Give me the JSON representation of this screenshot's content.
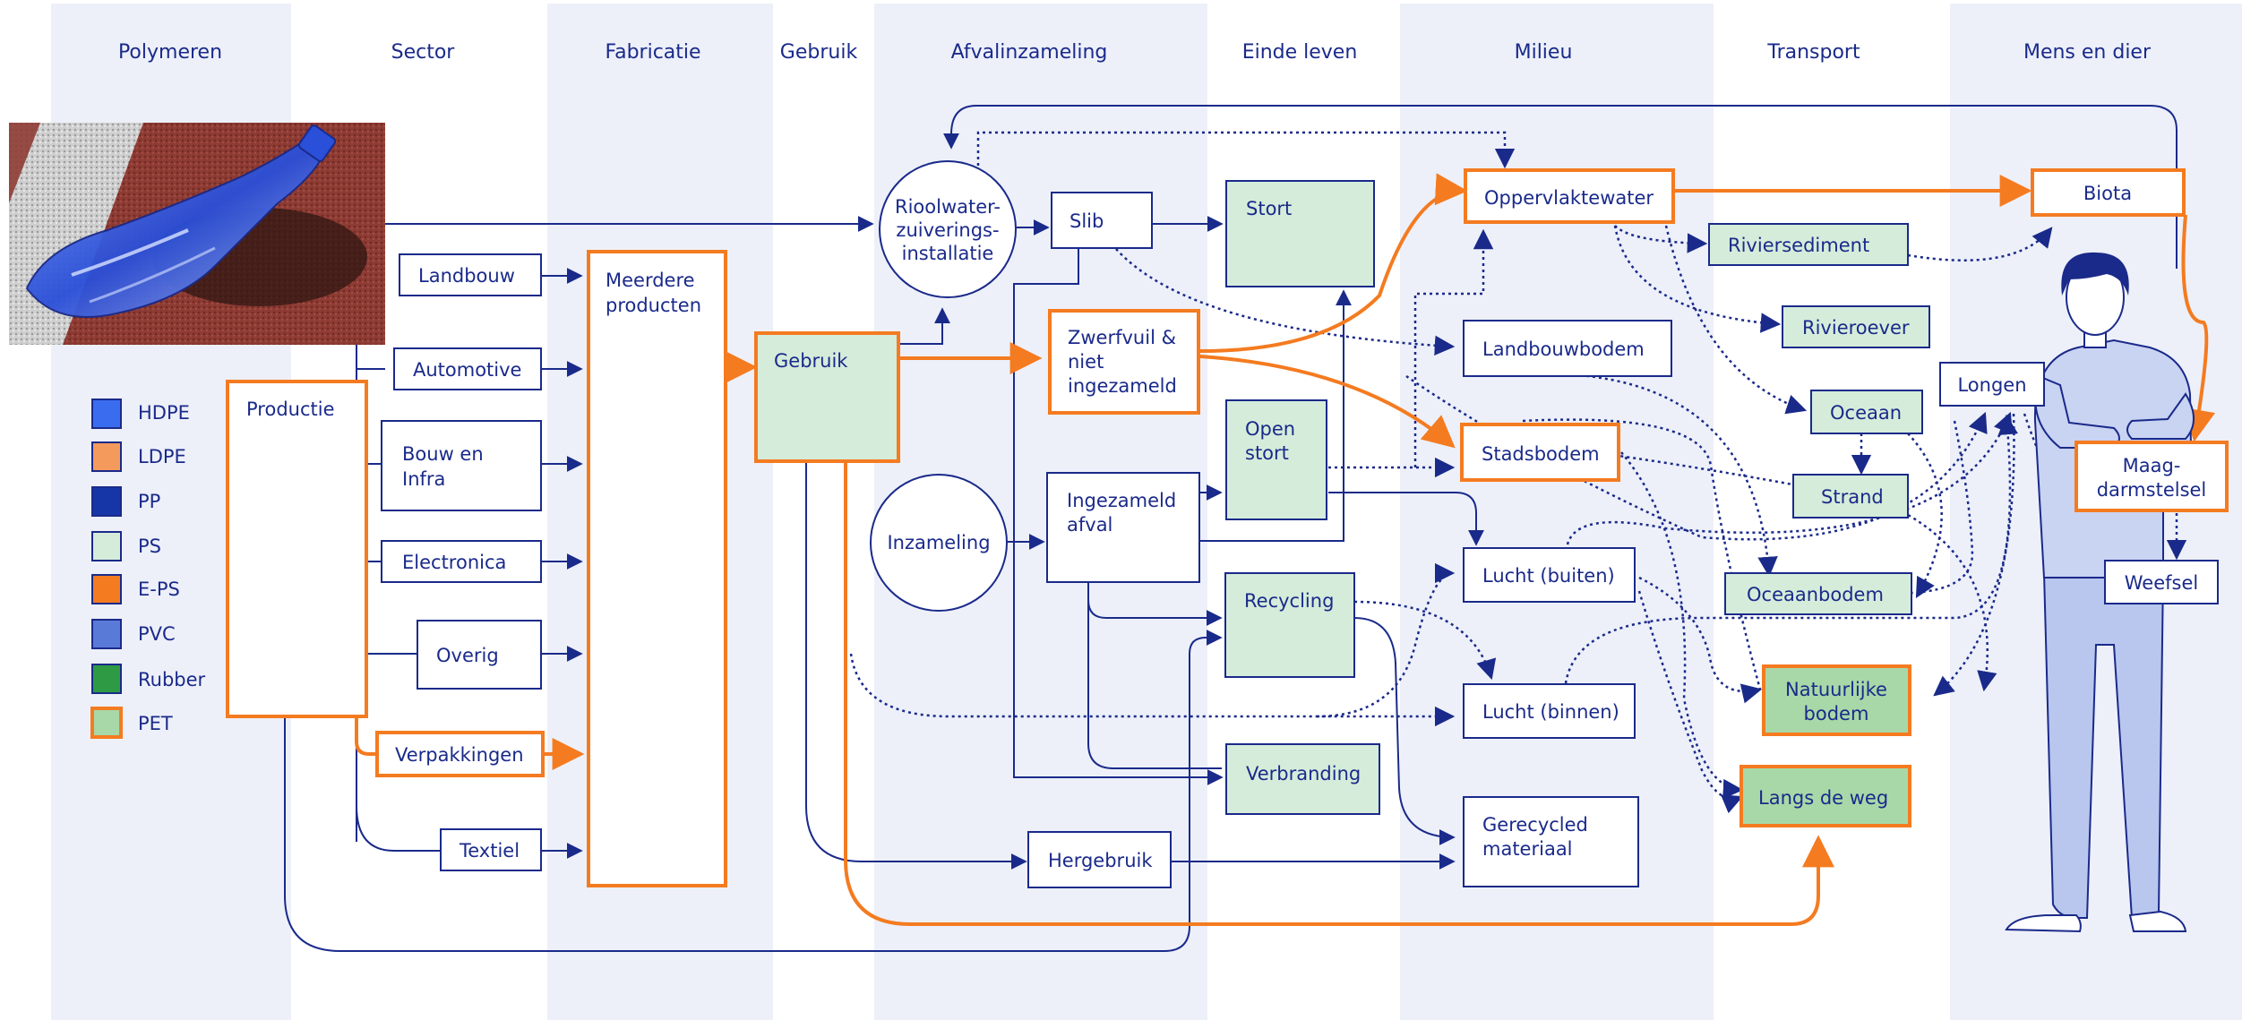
{
  "columns": [
    {
      "id": "polymeren",
      "label": "Polymeren"
    },
    {
      "id": "sector",
      "label": "Sector"
    },
    {
      "id": "fabricatie",
      "label": "Fabricatie"
    },
    {
      "id": "gebruik",
      "label": "Gebruik"
    },
    {
      "id": "afvalinzameling",
      "label": "Afvalinzameling"
    },
    {
      "id": "einde_leven",
      "label": "Einde leven"
    },
    {
      "id": "milieu",
      "label": "Milieu"
    },
    {
      "id": "transport",
      "label": "Transport"
    },
    {
      "id": "mens_en_dier",
      "label": "Mens en dier"
    }
  ],
  "legend": [
    {
      "label": "HDPE",
      "color": "#3a6cf0",
      "border": "#1a2a8a"
    },
    {
      "label": "LDPE",
      "color": "#f49a5c",
      "border": "#1a2a8a"
    },
    {
      "label": "PP",
      "color": "#1636a8",
      "border": "#1a2a8a"
    },
    {
      "label": "PS",
      "color": "#d5ecda",
      "border": "#1a2a8a"
    },
    {
      "label": "E-PS",
      "color": "#f47b20",
      "border": "#1a2a8a"
    },
    {
      "label": "PVC",
      "color": "#5a7ad8",
      "border": "#1a2a8a"
    },
    {
      "label": "Rubber",
      "color": "#2e9a44",
      "border": "#1a2a8a"
    },
    {
      "label": "PET",
      "color": "#a8d8a8",
      "border": "#f47b20"
    }
  ],
  "nodes": {
    "productie": "Productie",
    "landbouw": "Landbouw",
    "automotive": "Automotive",
    "bouw_en_infra": [
      "Bouw en",
      "Infra"
    ],
    "electronica": "Electronica",
    "overig": "Overig",
    "verpakkingen": "Verpakkingen",
    "textiel": "Textiel",
    "meerdere_producten": [
      "Meerdere",
      "producten"
    ],
    "gebruik": "Gebruik",
    "rioolwater": [
      "Rioolwater-",
      "zuiverings-",
      "installatie"
    ],
    "slib": "Slib",
    "zwerfvuil": [
      "Zwerfvuil &",
      "niet",
      "ingezameld"
    ],
    "inzameling": "Inzameling",
    "ingezameld_afval": [
      "Ingezameld",
      "afval"
    ],
    "hergebruik": "Hergebruik",
    "stort": "Stort",
    "open_stort": [
      "Open",
      "stort"
    ],
    "recycling": "Recycling",
    "verbranding": "Verbranding",
    "oppervlaktewater": "Oppervlaktewater",
    "landbouwbodem": "Landbouwbodem",
    "stadsbodem": "Stadsbodem",
    "lucht_buiten": "Lucht (buiten)",
    "lucht_binnen": "Lucht (binnen)",
    "gerecycled_materiaal": [
      "Gerecycled",
      "materiaal"
    ],
    "riviersediment": "Riviersediment",
    "rivieroever": "Rivieroever",
    "oceaan": "Oceaan",
    "strand": "Strand",
    "oceaanbodem": "Oceaanbodem",
    "natuurlijke_bodem": [
      "Natuurlijke",
      "bodem"
    ],
    "langs_de_weg": "Langs de weg",
    "biota": "Biota",
    "longen": "Longen",
    "maag_darmstelsel": [
      "Maag-",
      "darmstelsel"
    ],
    "weefsel": "Weefsel"
  },
  "colors": {
    "navy": "#1a2a8a",
    "orange": "#f47b20",
    "column_band": "#edf0f9",
    "green_fill": "#d5ecda",
    "pet_fill": "#a8d8a8"
  }
}
